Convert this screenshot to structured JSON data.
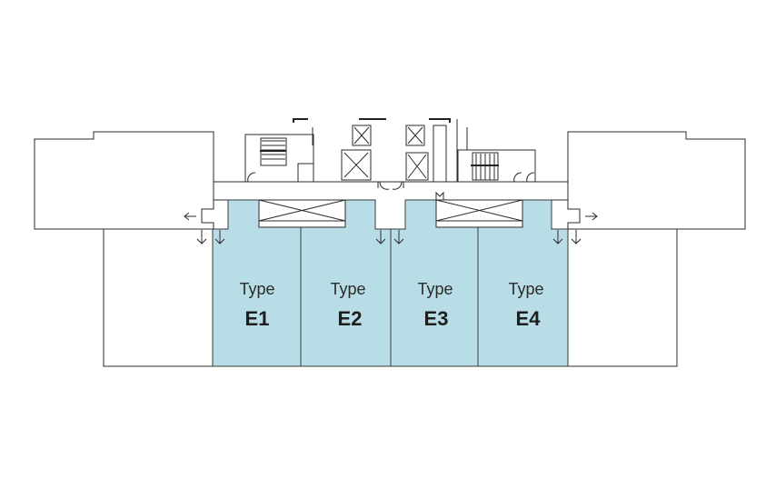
{
  "units": [
    {
      "type_label": "Type",
      "name": "E1"
    },
    {
      "type_label": "Type",
      "name": "E2"
    },
    {
      "type_label": "Type",
      "name": "E3"
    },
    {
      "type_label": "Type",
      "name": "E4"
    }
  ],
  "colors": {
    "unit_fill": "#b8dde6",
    "line": "#2b2b2b"
  }
}
